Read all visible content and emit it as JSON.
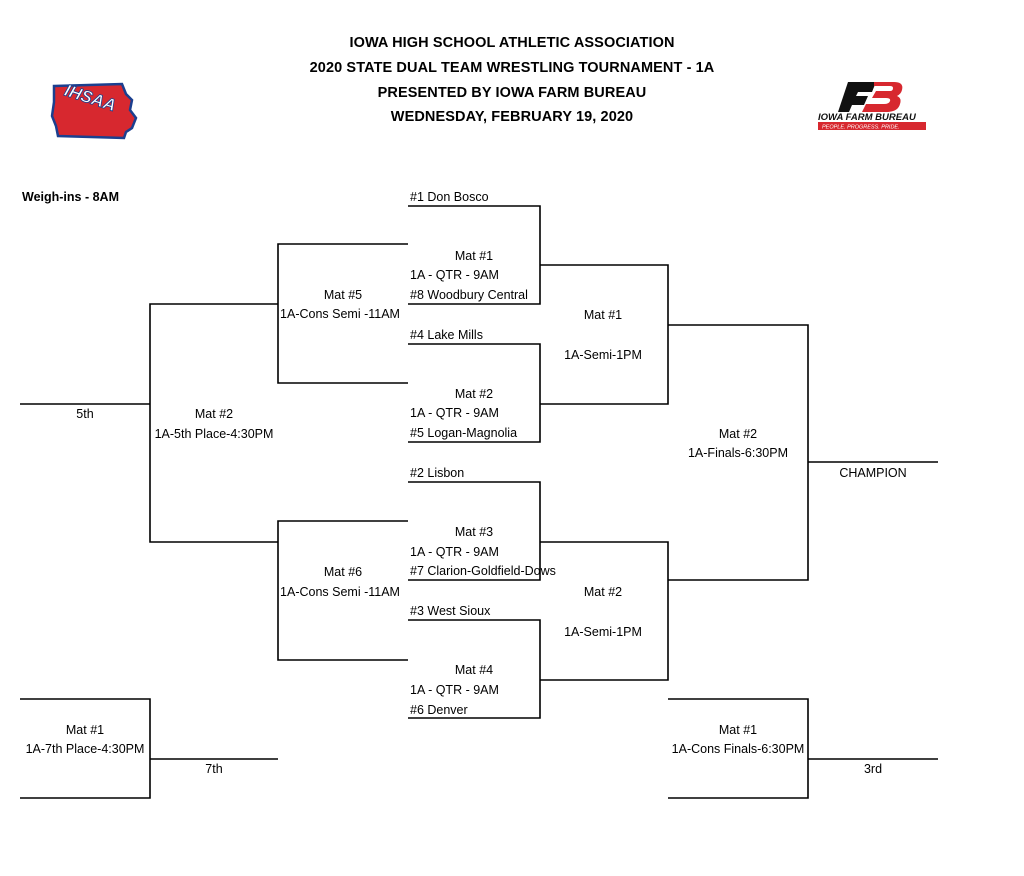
{
  "header": {
    "line1": "IOWA HIGH SCHOOL ATHLETIC ASSOCIATION",
    "line2": "2020 STATE DUAL TEAM WRESTLING TOURNAMENT - 1A",
    "line3": "PRESENTED BY IOWA FARM BUREAU",
    "line4": "WEDNESDAY, FEBRUARY 19, 2020"
  },
  "logos": {
    "ihsaa": {
      "text": "IHSAA",
      "color": "#d7282f",
      "outline": "#1b3f8f"
    },
    "farm_bureau": {
      "mark": "FB",
      "name": "IOWA FARM BUREAU",
      "tagline": "PEOPLE. PROGRESS. PRIDE.",
      "color": "#d7282f"
    }
  },
  "weigh_ins": "Weigh-ins - 8AM",
  "teams": {
    "t1": "#1 Don Bosco",
    "t8": "#8 Woodbury Central",
    "t4": "#4 Lake Mills",
    "t5": "#5 Logan-Magnolia",
    "t2": "#2 Lisbon",
    "t7": "#7 Clarion-Goldfield-Dows",
    "t3": "#3 West Sioux",
    "t6": "#6 Denver"
  },
  "matches": {
    "qtr1": {
      "mat": "Mat #1",
      "time": "1A - QTR - 9AM"
    },
    "qtr2": {
      "mat": "Mat #2",
      "time": "1A - QTR - 9AM"
    },
    "qtr3": {
      "mat": "Mat #3",
      "time": "1A - QTR - 9AM"
    },
    "qtr4": {
      "mat": "Mat #4",
      "time": "1A - QTR - 9AM"
    },
    "semi1": {
      "mat": "Mat #1",
      "time": "1A-Semi-1PM"
    },
    "semi2": {
      "mat": "Mat #2",
      "time": "1A-Semi-1PM"
    },
    "final": {
      "mat": "Mat #2",
      "time": "1A-Finals-6:30PM"
    },
    "cons_semi1": {
      "mat": "Mat #5",
      "time": "1A-Cons Semi -11AM"
    },
    "cons_semi2": {
      "mat": "Mat #6",
      "time": "1A-Cons Semi -11AM"
    },
    "fifth": {
      "mat": "Mat #2",
      "time": "1A-5th Place-4:30PM"
    },
    "seventh": {
      "mat": "Mat #1",
      "time": "1A-7th Place-4:30PM"
    },
    "cons_final": {
      "mat": "Mat #1",
      "time": "1A-Cons Finals-6:30PM"
    }
  },
  "results": {
    "champion": "CHAMPION",
    "fifth": "5th",
    "seventh": "7th",
    "third": "3rd"
  }
}
